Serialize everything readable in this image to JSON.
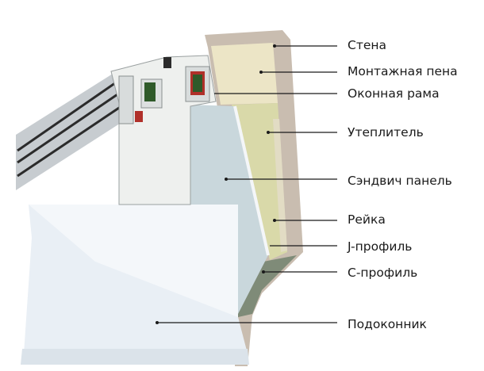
{
  "labels": [
    {
      "text": "Стена"
    },
    {
      "text": "Монтажная пена"
    },
    {
      "text": "Оконная рама"
    },
    {
      "text": "Утеплитель"
    },
    {
      "text": "Сэндвич панель"
    },
    {
      "text": "Рейка"
    },
    {
      "text": "J-профиль"
    },
    {
      "text": "С-профиль"
    },
    {
      "text": "Подоконник"
    }
  ],
  "colors": {
    "wall": "#c9bdb0",
    "foam": "#ece5c6",
    "insulation": "#d8d8a8",
    "sandwich_panel": "#c9d7dc",
    "sill": "#e9eff5",
    "c_profile": "#7f8b78",
    "frame": "#eef0ee",
    "seal_red": "#b0302a",
    "seal_green": "#2f5a2a",
    "leader": "#1a1a1a"
  }
}
